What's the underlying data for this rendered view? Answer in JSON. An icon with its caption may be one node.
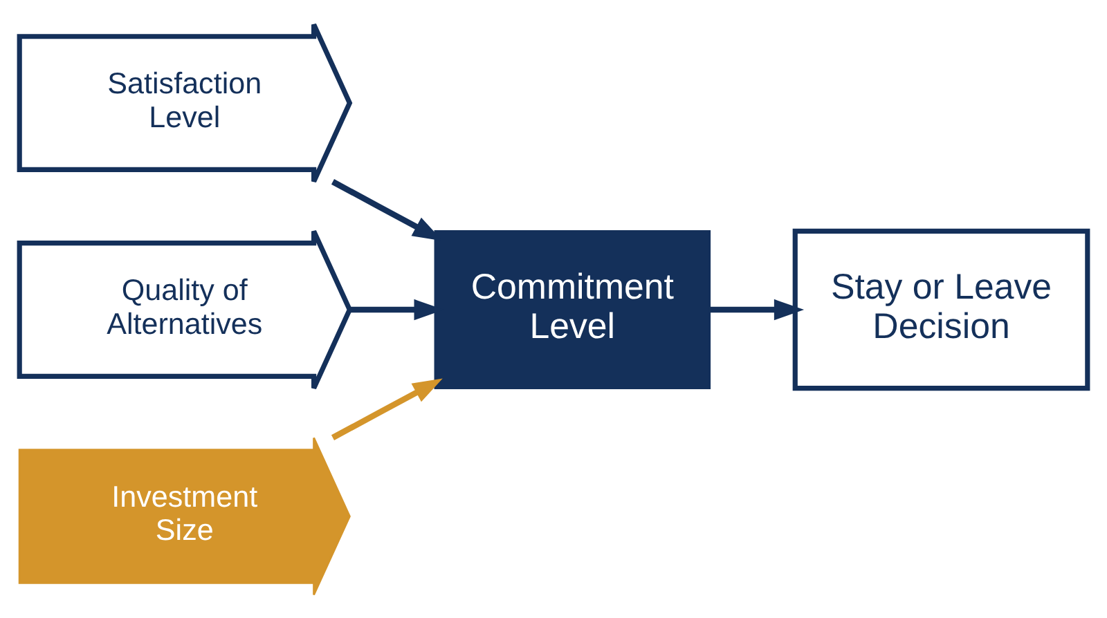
{
  "diagram": {
    "nodes": [
      {
        "text": [
          "Satisfaction Level"
        ]
      },
      {
        "text": [
          "Quality of Alternatives"
        ]
      },
      {
        "text": [
          "Investment Size"
        ]
      },
      {
        "text": [
          "Commitment Level"
        ]
      },
      {
        "text": [
          "Stay or Leave Decision"
        ]
      }
    ],
    "edges": [
      {
        "from": 0,
        "to": 3,
        "arrow": "to"
      },
      {
        "from": 1,
        "to": 3,
        "arrow": "to"
      },
      {
        "from": 2,
        "to": 3,
        "arrow": "to",
        "color": "#d4952b"
      },
      {
        "from": 3,
        "to": 4,
        "arrow": "to"
      }
    ]
  }
}
